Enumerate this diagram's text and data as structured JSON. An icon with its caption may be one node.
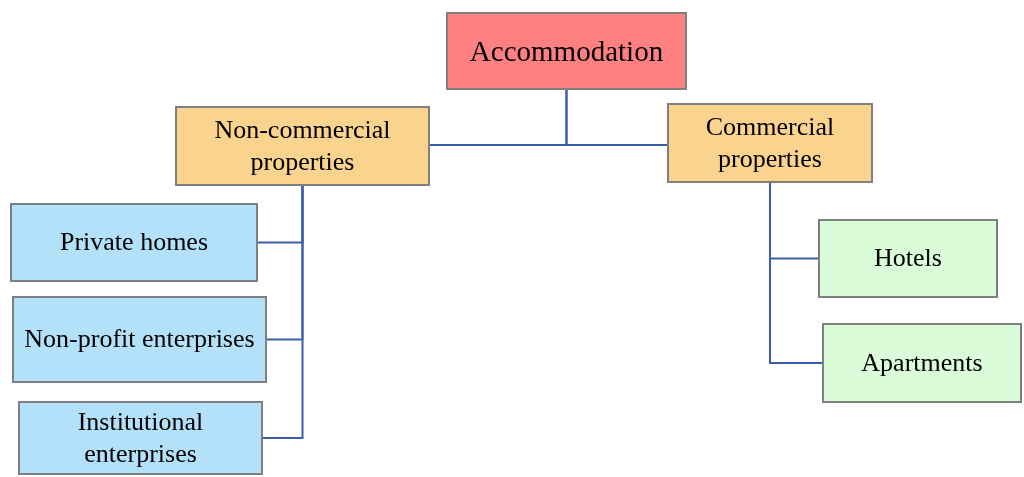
{
  "diagram": {
    "nodes": [
      {
        "text": [
          "Accommodation"
        ]
      },
      {
        "text": [
          "Non-commercial properties"
        ]
      },
      {
        "text": [
          "Commercial properties"
        ]
      },
      {
        "text": [
          "Private homes"
        ]
      },
      {
        "text": [
          "Non-profit enterprises"
        ]
      },
      {
        "text": [
          "Institutional enterprises"
        ]
      },
      {
        "text": [
          "Hotels"
        ]
      },
      {
        "text": [
          "Apartments"
        ]
      }
    ],
    "edges": [
      {
        "from": 0,
        "to": 1,
        "arrow": "none"
      },
      {
        "from": 0,
        "to": 2,
        "arrow": "none"
      },
      {
        "from": 1,
        "to": 3,
        "arrow": "none"
      },
      {
        "from": 1,
        "to": 4,
        "arrow": "none"
      },
      {
        "from": 1,
        "to": 5,
        "arrow": "none"
      },
      {
        "from": 2,
        "to": 6,
        "arrow": "none"
      },
      {
        "from": 2,
        "to": 7,
        "arrow": "none"
      }
    ]
  }
}
